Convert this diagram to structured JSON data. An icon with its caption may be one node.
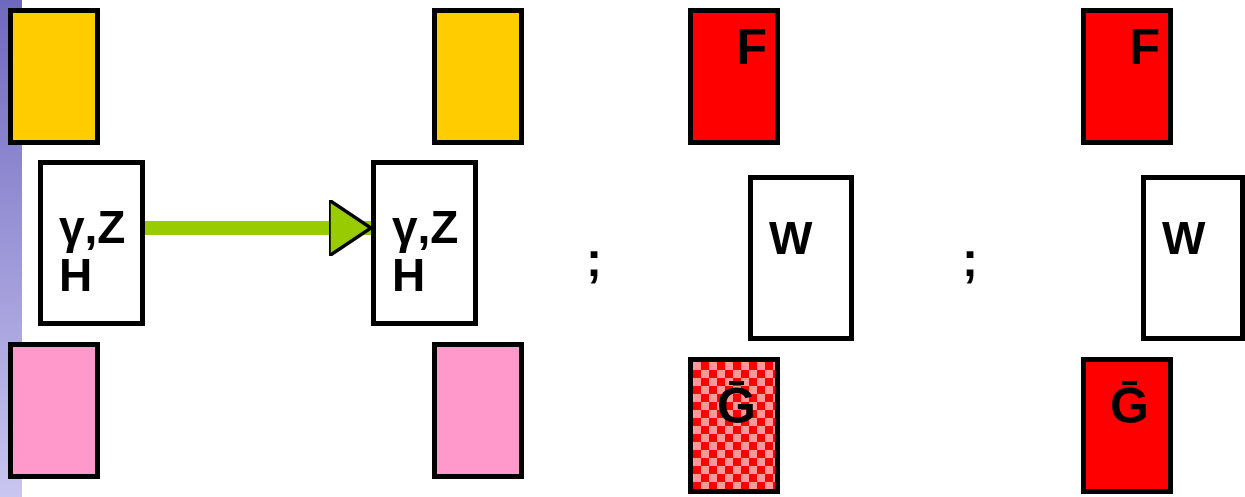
{
  "diagram": {
    "nodes": [
      {
        "text": [],
        "shape": "box"
      },
      {
        "text": [
          "γ,Z H"
        ]
      },
      {
        "text": [],
        "shape": "box"
      },
      {
        "text": [],
        "shape": "box"
      },
      {
        "text": [
          "γ,Z H"
        ]
      },
      {
        "text": [],
        "shape": "box"
      },
      {
        "text": [
          "F"
        ]
      },
      {
        "text": [
          "W"
        ]
      },
      {
        "text": [
          "Ḡ"
        ]
      },
      {
        "text": [
          "F"
        ]
      },
      {
        "text": [
          "W"
        ]
      },
      {
        "text": [
          "Ḡ"
        ]
      }
    ],
    "edges": [
      {
        "from": 1,
        "to": 4,
        "arrow": "to",
        "color": "#99cc00"
      }
    ],
    "labels": [
      ";",
      ";"
    ]
  }
}
